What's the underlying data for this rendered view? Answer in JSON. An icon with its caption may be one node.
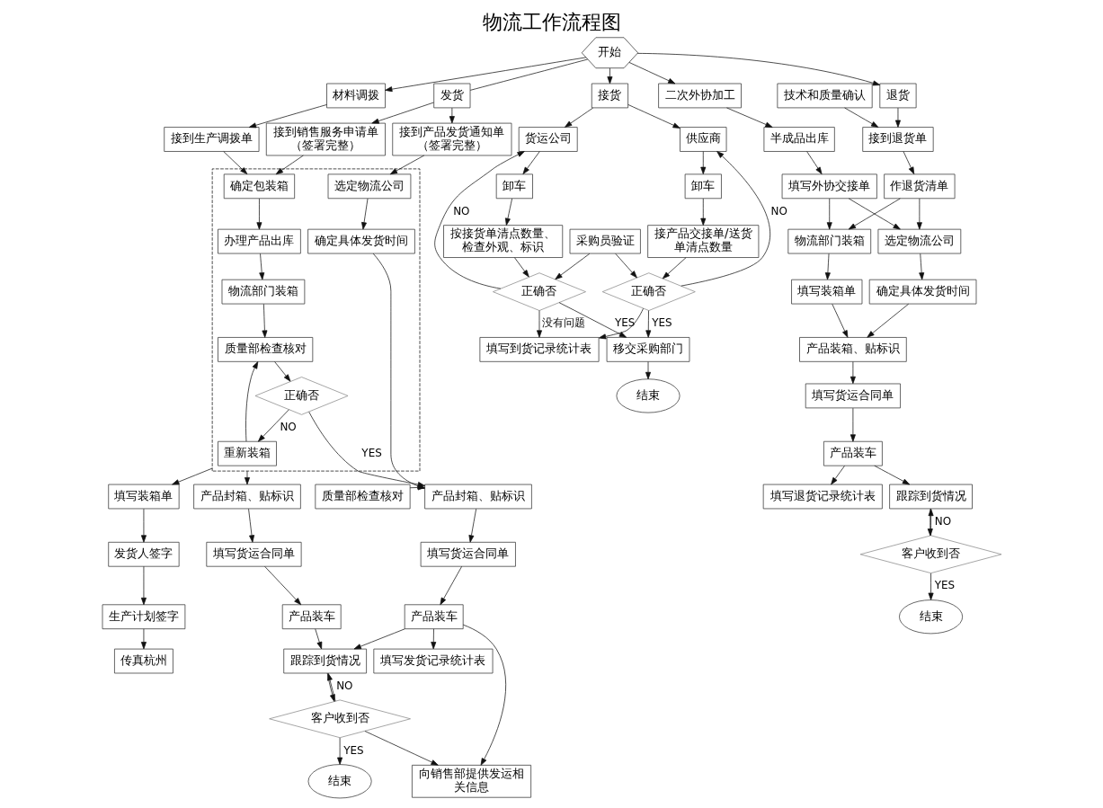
{
  "diagram": {
    "title": "物流工作流程图",
    "nodes": [
      {
        "text": [
          "开始"
        ]
      },
      {
        "text": [
          "材料调拨"
        ]
      },
      {
        "text": [
          "发货"
        ]
      },
      {
        "text": [
          "接货"
        ]
      },
      {
        "text": [
          "退货"
        ]
      },
      {
        "text": [
          "二次外协加工"
        ]
      },
      {
        "text": [
          "接到生产调拨单"
        ]
      },
      {
        "text": [
          "接到销售服务申请单（签署完整）"
        ]
      },
      {
        "text": [
          "接到产品发货通知单（签署完整）"
        ]
      },
      {
        "text": [],
        "shape": "box"
      },
      {
        "text": [
          "确定包装箱"
        ],
        "in": 9
      },
      {
        "text": [
          "选定物流公司"
        ],
        "in": 9
      },
      {
        "text": [
          "办理产品出库"
        ],
        "in": 9
      },
      {
        "text": [
          "确定具体发货时间"
        ],
        "in": 9
      },
      {
        "text": [
          "物流部门装箱"
        ],
        "in": 9
      },
      {
        "text": [
          "重新装箱"
        ],
        "in": 9
      },
      {
        "text": [
          "质量部检查核对"
        ],
        "in": 9
      },
      {
        "text": [
          "正确否"
        ],
        "in": 9
      },
      {
        "text": [
          "填写装箱单"
        ]
      },
      {
        "text": [
          "产品封箱、贴标识"
        ]
      },
      {
        "text": [
          "质量部检查核对"
        ]
      },
      {
        "text": [
          "产品封箱、贴标识"
        ]
      },
      {
        "text": [
          "发货人签字"
        ]
      },
      {
        "text": [
          "填写货运合同单"
        ]
      },
      {
        "text": [
          "填写货运合同单"
        ]
      },
      {
        "text": [
          "生产计划签字"
        ]
      },
      {
        "text": [
          "产品装车"
        ]
      },
      {
        "text": [
          "产品装车"
        ]
      },
      {
        "text": [
          "传真杭州"
        ]
      },
      {
        "text": [
          "跟踪到货情况"
        ]
      },
      {
        "text": [
          "向销售部提供发运相关信息"
        ]
      },
      {
        "text": [
          "填写发货记录统计表"
        ]
      },
      {
        "text": [
          "客户收到否"
        ]
      },
      {
        "text": [
          "结束"
        ]
      },
      {
        "text": [
          "货运公司"
        ]
      },
      {
        "text": [
          "供应商"
        ]
      },
      {
        "text": [
          "卸车"
        ]
      },
      {
        "text": [
          "卸车"
        ]
      },
      {
        "text": [
          "按接货单清点数量、检查外观、标识"
        ]
      },
      {
        "text": [
          "接产品交接单/送货单清点数量"
        ]
      },
      {
        "text": [
          "采购员验证"
        ]
      },
      {
        "text": [
          "正确否"
        ]
      },
      {
        "text": [
          "正确否"
        ]
      },
      {
        "text": [
          "移交采购部门"
        ]
      },
      {
        "text": [
          "填写到货记录统计表"
        ]
      },
      {
        "text": [
          "结束"
        ]
      },
      {
        "text": [
          "技术和质量确认"
        ]
      },
      {
        "text": [
          "接到退货单"
        ]
      },
      {
        "text": [
          "半成品出库"
        ]
      },
      {
        "text": [
          "作退货清单"
        ]
      },
      {
        "text": [
          "填写外协交接单"
        ]
      },
      {
        "text": [
          "物流部门装箱"
        ]
      },
      {
        "text": [
          "选定物流公司"
        ]
      },
      {
        "text": [
          "填写装箱单"
        ]
      },
      {
        "text": [
          "确定具体发货时间"
        ]
      },
      {
        "text": [
          "产品装箱、贴标识"
        ]
      },
      {
        "text": [
          "填写货运合同单"
        ]
      },
      {
        "text": [
          "产品装车"
        ]
      },
      {
        "text": [
          "填写退货记录统计表"
        ]
      },
      {
        "text": [
          "跟踪到货情况"
        ]
      },
      {
        "text": [
          "客户收到否"
        ]
      },
      {
        "text": [
          "结束"
        ]
      }
    ],
    "edges": [
      {
        "from": 0,
        "to": 1,
        "arrow": "to"
      },
      {
        "from": 0,
        "to": 2,
        "arrow": "none"
      },
      {
        "from": 0,
        "to": 3,
        "arrow": "to"
      },
      {
        "from": 0,
        "to": 4,
        "arrow": "to"
      },
      {
        "from": 0,
        "to": 5,
        "arrow": "to"
      },
      {
        "from": 1,
        "to": 6,
        "arrow": "to"
      },
      {
        "from": 2,
        "to": 7,
        "arrow": "to"
      },
      {
        "from": 2,
        "to": 8,
        "arrow": "to"
      },
      {
        "from": 6,
        "to": 10,
        "arrow": "to"
      },
      {
        "from": 7,
        "to": 10,
        "arrow": "to"
      },
      {
        "from": 8,
        "to": 11,
        "arrow": "to"
      },
      {
        "from": 10,
        "to": 12,
        "arrow": "to"
      },
      {
        "from": 12,
        "to": 14,
        "arrow": "to"
      },
      {
        "from": 14,
        "to": 16,
        "arrow": "to"
      },
      {
        "from": 16,
        "to": 17,
        "arrow": "to"
      },
      {
        "from": 17,
        "to": 15,
        "arrow": "to",
        "label": "NO"
      },
      {
        "from": 15,
        "to": 16,
        "arrow": "to"
      },
      {
        "from": 11,
        "to": 13,
        "arrow": "to"
      },
      {
        "from": 13,
        "to": 19,
        "arrow": "to"
      },
      {
        "from": 17,
        "to": 19,
        "arrow": "to",
        "label": "YES"
      },
      {
        "from": 9,
        "to": 18,
        "arrow": "to"
      },
      {
        "from": 9,
        "to": 21,
        "arrow": "to"
      },
      {
        "from": 18,
        "to": 22,
        "arrow": "to"
      },
      {
        "from": 22,
        "to": 25,
        "arrow": "to"
      },
      {
        "from": 25,
        "to": 28,
        "arrow": "to"
      },
      {
        "from": 21,
        "to": 24,
        "arrow": "to"
      },
      {
        "from": 24,
        "to": 27,
        "arrow": "to"
      },
      {
        "from": 27,
        "to": 29,
        "arrow": "to"
      },
      {
        "from": 20,
        "to": 19,
        "arrow": "to"
      },
      {
        "from": 19,
        "to": 23,
        "arrow": "to"
      },
      {
        "from": 23,
        "to": 26,
        "arrow": "to"
      },
      {
        "from": 26,
        "to": 29,
        "arrow": "to"
      },
      {
        "from": 26,
        "to": 30,
        "arrow": "to"
      },
      {
        "from": 26,
        "to": 31,
        "arrow": "to"
      },
      {
        "from": 29,
        "to": 32,
        "arrow": "to"
      },
      {
        "from": 32,
        "to": 29,
        "arrow": "to",
        "label": "NO"
      },
      {
        "from": 32,
        "to": 33,
        "arrow": "to",
        "label": "YES"
      },
      {
        "from": 32,
        "to": 30,
        "arrow": "to"
      },
      {
        "from": 3,
        "to": 34,
        "arrow": "to"
      },
      {
        "from": 3,
        "to": 35,
        "arrow": "to"
      },
      {
        "from": 34,
        "to": 36,
        "arrow": "to"
      },
      {
        "from": 35,
        "to": 37,
        "arrow": "to"
      },
      {
        "from": 36,
        "to": 38,
        "arrow": "to"
      },
      {
        "from": 37,
        "to": 39,
        "arrow": "to"
      },
      {
        "from": 38,
        "to": 41,
        "arrow": "to"
      },
      {
        "from": 39,
        "to": 42,
        "arrow": "to"
      },
      {
        "from": 40,
        "to": 41,
        "arrow": "to"
      },
      {
        "from": 40,
        "to": 42,
        "arrow": "to"
      },
      {
        "from": 41,
        "to": 34,
        "arrow": "to",
        "label": "NO"
      },
      {
        "from": 42,
        "to": 35,
        "arrow": "to",
        "label": "NO"
      },
      {
        "from": 41,
        "to": 43,
        "arrow": "to",
        "label": "YES"
      },
      {
        "from": 42,
        "to": 43,
        "arrow": "to",
        "label": "YES"
      },
      {
        "from": 41,
        "to": 44,
        "arrow": "to",
        "label": "没有问题"
      },
      {
        "from": 42,
        "to": 44,
        "arrow": "to"
      },
      {
        "from": 43,
        "to": 45,
        "arrow": "to"
      },
      {
        "from": 4,
        "to": 47,
        "arrow": "to"
      },
      {
        "from": 46,
        "to": 47,
        "arrow": "to"
      },
      {
        "from": 47,
        "to": 49,
        "arrow": "to"
      },
      {
        "from": 5,
        "to": 48,
        "arrow": "to"
      },
      {
        "from": 48,
        "to": 50,
        "arrow": "to"
      },
      {
        "from": 49,
        "to": 51,
        "arrow": "to"
      },
      {
        "from": 49,
        "to": 52,
        "arrow": "to"
      },
      {
        "from": 50,
        "to": 51,
        "arrow": "to"
      },
      {
        "from": 50,
        "to": 52,
        "arrow": "to"
      },
      {
        "from": 51,
        "to": 53,
        "arrow": "to"
      },
      {
        "from": 52,
        "to": 54,
        "arrow": "to"
      },
      {
        "from": 53,
        "to": 55,
        "arrow": "to"
      },
      {
        "from": 54,
        "to": 55,
        "arrow": "to"
      },
      {
        "from": 55,
        "to": 56,
        "arrow": "to"
      },
      {
        "from": 56,
        "to": 57,
        "arrow": "to"
      },
      {
        "from": 57,
        "to": 58,
        "arrow": "to"
      },
      {
        "from": 57,
        "to": 59,
        "arrow": "to"
      },
      {
        "from": 59,
        "to": 60,
        "arrow": "to"
      },
      {
        "from": 60,
        "to": 59,
        "arrow": "to",
        "label": "NO"
      },
      {
        "from": 60,
        "to": 61,
        "arrow": "to",
        "label": "YES"
      }
    ]
  }
}
